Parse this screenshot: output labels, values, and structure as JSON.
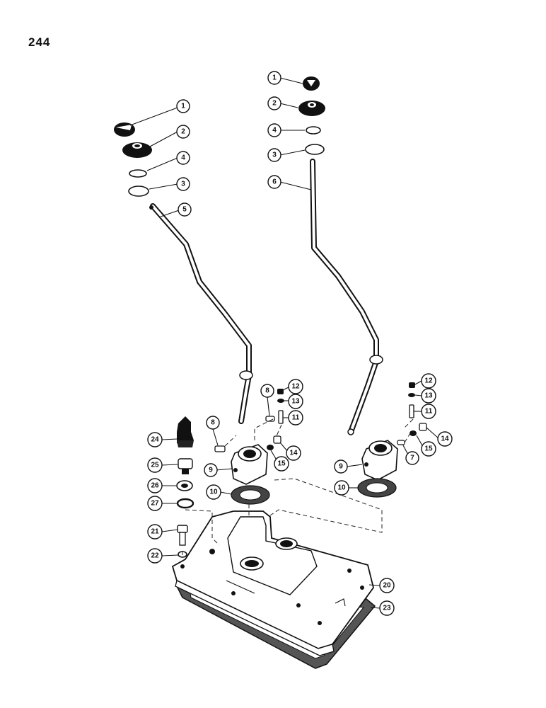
{
  "page": {
    "number": "244"
  },
  "callouts": [
    {
      "id": "c1a",
      "label": "1"
    },
    {
      "id": "c2a",
      "label": "2"
    },
    {
      "id": "c4a",
      "label": "4"
    },
    {
      "id": "c3a",
      "label": "3"
    },
    {
      "id": "c5",
      "label": "5"
    },
    {
      "id": "c1b",
      "label": "1"
    },
    {
      "id": "c2b",
      "label": "2"
    },
    {
      "id": "c4b",
      "label": "4"
    },
    {
      "id": "c3b",
      "label": "3"
    },
    {
      "id": "c6",
      "label": "6"
    },
    {
      "id": "c8a",
      "label": "8"
    },
    {
      "id": "c12a",
      "label": "12"
    },
    {
      "id": "c13a",
      "label": "13"
    },
    {
      "id": "c11a",
      "label": "11"
    },
    {
      "id": "c8b",
      "label": "8"
    },
    {
      "id": "c14a",
      "label": "14"
    },
    {
      "id": "c15a",
      "label": "15"
    },
    {
      "id": "c9a",
      "label": "9"
    },
    {
      "id": "c10a",
      "label": "10"
    },
    {
      "id": "c24",
      "label": "24"
    },
    {
      "id": "c25",
      "label": "25"
    },
    {
      "id": "c26",
      "label": "26"
    },
    {
      "id": "c27",
      "label": "27"
    },
    {
      "id": "c21",
      "label": "21"
    },
    {
      "id": "c22",
      "label": "22"
    },
    {
      "id": "c12b",
      "label": "12"
    },
    {
      "id": "c13b",
      "label": "13"
    },
    {
      "id": "c11b",
      "label": "11"
    },
    {
      "id": "c14b",
      "label": "14"
    },
    {
      "id": "c15b",
      "label": "15"
    },
    {
      "id": "c7",
      "label": "7"
    },
    {
      "id": "c9b",
      "label": "9"
    },
    {
      "id": "c10b",
      "label": "10"
    },
    {
      "id": "c20",
      "label": "20"
    },
    {
      "id": "c23",
      "label": "23"
    }
  ],
  "colors": {
    "ink": "#111111",
    "paper": "#ffffff",
    "gasket": "#3a3a3a"
  },
  "icons": [
    "shift-knob-icon",
    "boot-icon",
    "snap-ring-icon",
    "retainer-icon",
    "shift-lever-icon",
    "pivot-pin-icon",
    "nut-icon",
    "washer-icon",
    "stud-icon",
    "bolt-icon",
    "lever-housing-icon",
    "gasket-icon",
    "cover-plate-icon",
    "bottom-gasket-icon",
    "plunger-icon",
    "plug-icon"
  ]
}
